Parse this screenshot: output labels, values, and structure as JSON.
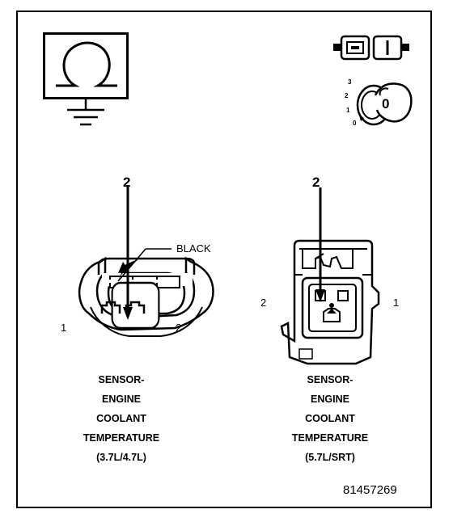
{
  "ohmmeter_icon": {
    "icon": "ohmmeter-icon"
  },
  "ignition_icon": {
    "icon": "ignition-key-icon",
    "positions": [
      "3",
      "2",
      "1",
      "0"
    ],
    "key_label": "0"
  },
  "left_connector": {
    "pointer_pin": "2",
    "color_callout": "BLACK",
    "pin_left": "1",
    "pin_right": "2",
    "caption_lines": [
      "SENSOR-",
      "ENGINE",
      "COOLANT",
      "TEMPERATURE",
      "(3.7L/4.7L)"
    ]
  },
  "right_connector": {
    "pointer_pin": "2",
    "pin_left": "2",
    "pin_right": "1",
    "caption_lines": [
      "SENSOR-",
      "ENGINE",
      "COOLANT",
      "TEMPERATURE",
      "(5.7L/SRT)"
    ]
  },
  "figure_id": "81457269"
}
